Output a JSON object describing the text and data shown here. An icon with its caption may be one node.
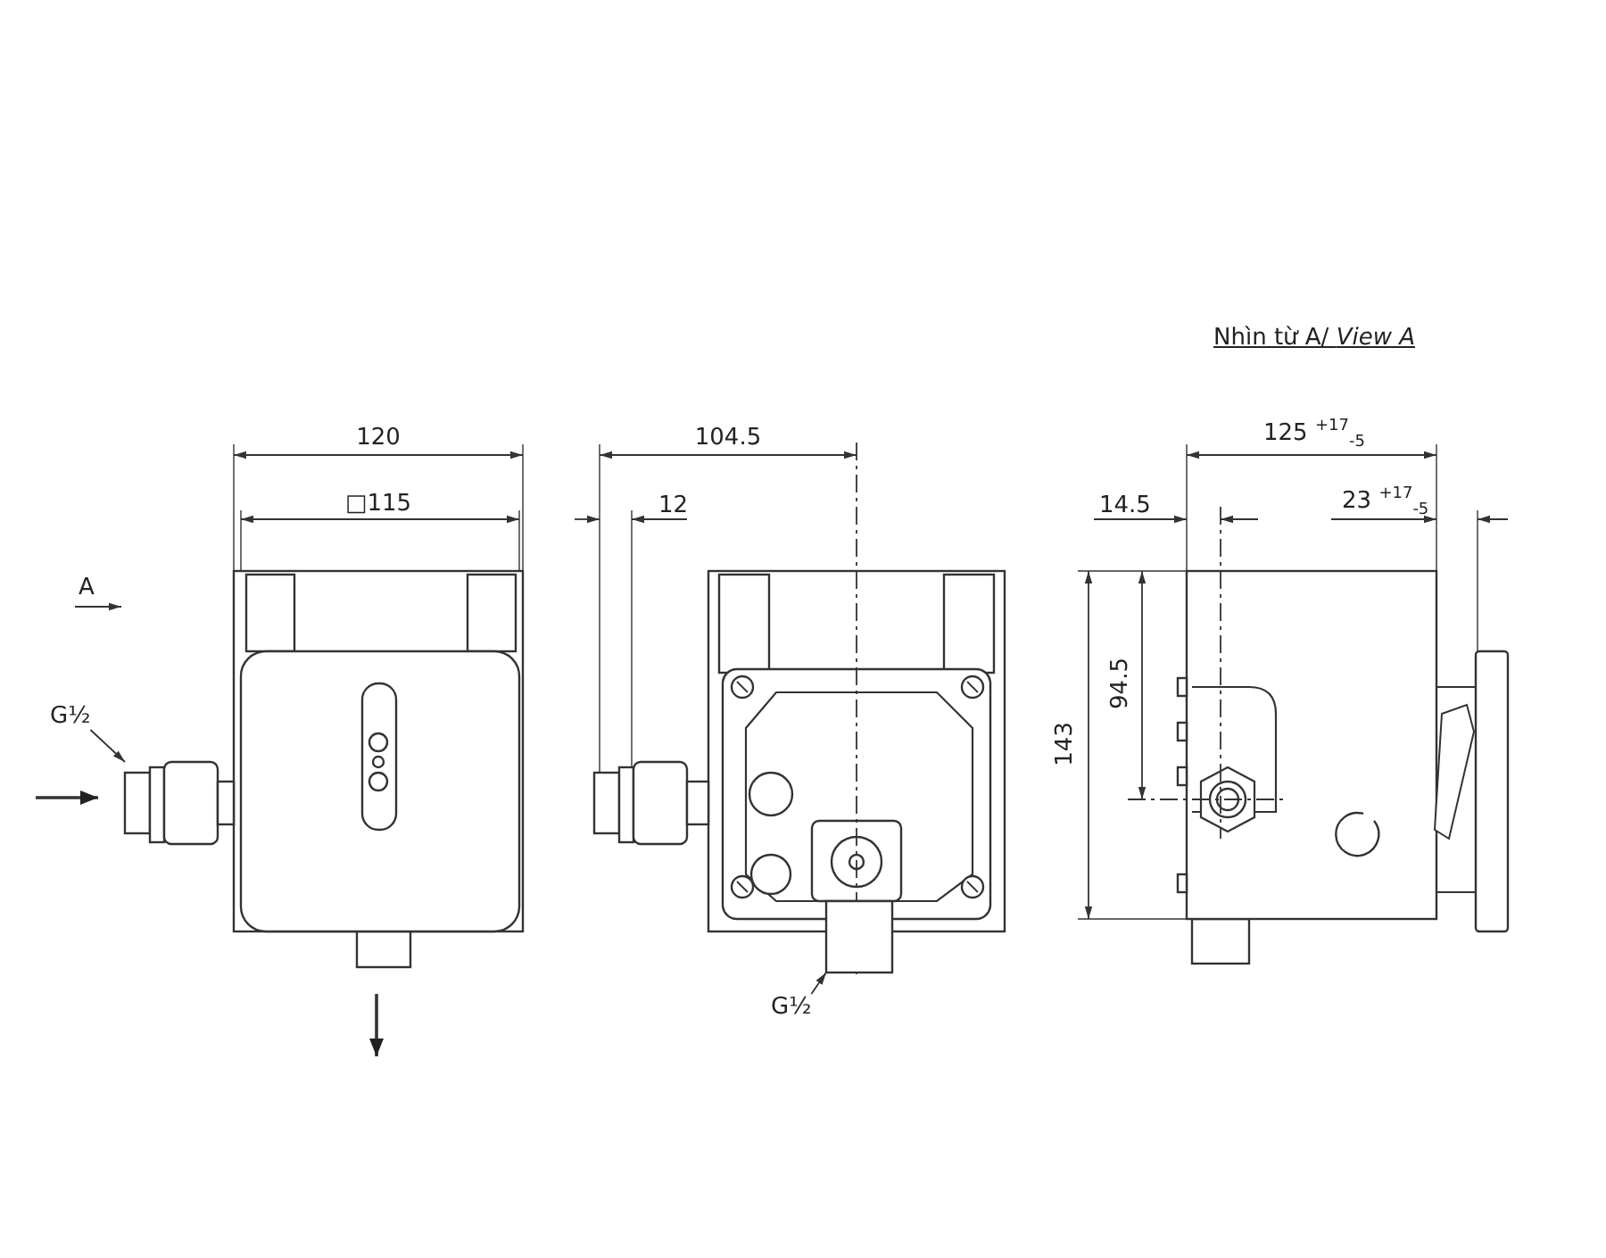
{
  "diagram": {
    "nodes": [
      {
        "text": [
          "G½"
        ]
      },
      {
        "text": [],
        "shape": "picture"
      },
      {
        "text": [
          "G½"
        ]
      },
      {
        "text": [],
        "shape": "box"
      }
    ],
    "edges": [
      {
        "from": 0,
        "to": 1,
        "arrow": "to"
      },
      {
        "from": 2,
        "to": 3,
        "arrow": "to"
      }
    ],
    "labels": [
      "Nhìn từ A/ *View A*",
      "120",
      "□115",
      "A",
      "104.5",
      "12",
      "125 $^{+17}$$_{-5}$",
      "14.5",
      "23 $^{+17}$$_{-5}$",
      "94.5",
      "143"
    ]
  }
}
